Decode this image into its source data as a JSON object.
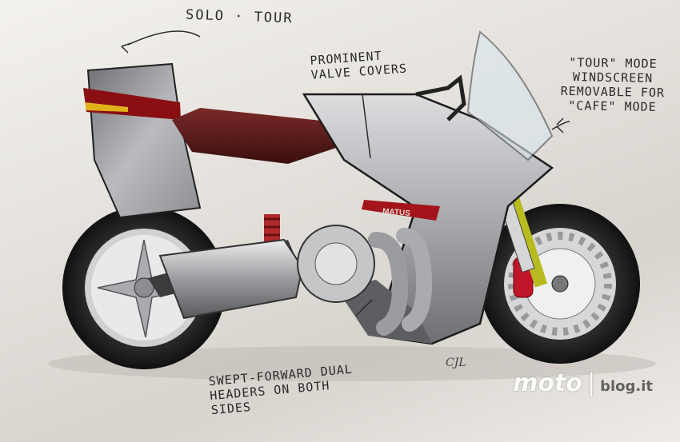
{
  "annotations": {
    "title": "SOLO · TOUR",
    "valve": "PROMINENT VALVE COVERS",
    "tour": "\"TOUR\" MODE WINDSCREEN REMOVABLE FOR \"CAFE\" MODE",
    "swept": "SWEPT-FORWARD DUAL HEADERS ON BOTH SIDES"
  },
  "badge": "MATUS",
  "signature": "CJL",
  "watermark": {
    "brand": "moto",
    "site": "blog.it"
  },
  "colors": {
    "accent_red": "#a3151b",
    "seat": "#5a1a1a",
    "body_silver": "#bfc1c3",
    "spring": "#b02a2a",
    "caliper": "#c0162a"
  }
}
